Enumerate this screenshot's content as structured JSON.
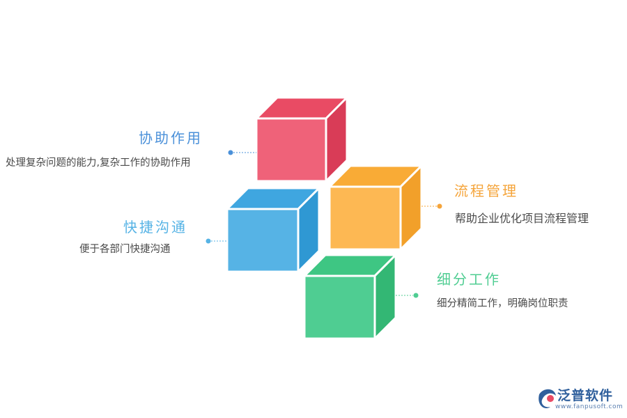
{
  "items": [
    {
      "title": "协助作用",
      "desc": "处理复杂问题的能力,复杂工作的协助作用",
      "color": "#ef6279"
    },
    {
      "title": "流程管理",
      "desc": "帮助企业优化项目流程管理",
      "color": "#fdb853"
    },
    {
      "title": "快捷沟通",
      "desc": "便于各部门快捷沟通",
      "color": "#56b3e5"
    },
    {
      "title": "细分工作",
      "desc": "细分精简工作，明确岗位职责",
      "color": "#4fcd92"
    }
  ],
  "brand": {
    "name": "泛普软件",
    "url": "www.fanpusoft.com"
  }
}
